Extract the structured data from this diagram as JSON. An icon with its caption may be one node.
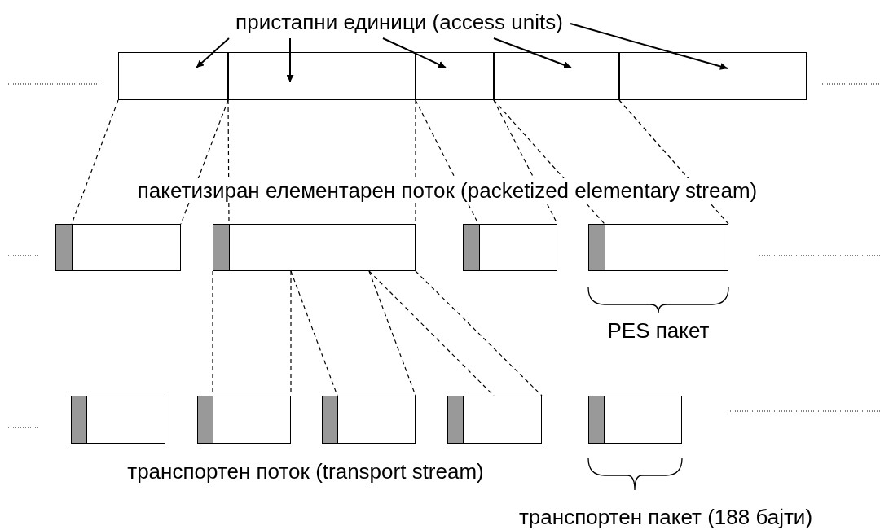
{
  "diagram": {
    "nodes": [
      {
        "text": [
          "пристапни единици (access units)"
        ]
      },
      {
        "text": [],
        "shape": "box"
      },
      {
        "text": [],
        "shape": "box"
      },
      {
        "text": [],
        "shape": "box"
      },
      {
        "text": [],
        "shape": "box"
      },
      {
        "text": [],
        "shape": "box"
      },
      {
        "text": [],
        "shape": "box"
      },
      {
        "text": [],
        "shape": "box"
      },
      {
        "text": [],
        "shape": "box"
      },
      {
        "text": [],
        "shape": "box",
        "beside": [
          "PES пакет"
        ]
      },
      {
        "text": [],
        "shape": "box"
      },
      {
        "text": [],
        "shape": "box"
      },
      {
        "text": [],
        "shape": "box"
      },
      {
        "text": [],
        "shape": "box"
      },
      {
        "text": [],
        "shape": "box"
      }
    ],
    "edges": [
      {
        "from": 0,
        "to": 1,
        "arrow": "to"
      },
      {
        "from": 0,
        "to": 2,
        "arrow": "to"
      },
      {
        "from": 0,
        "to": 3,
        "arrow": "to"
      },
      {
        "from": 0,
        "to": 4,
        "arrow": "to"
      },
      {
        "from": 0,
        "to": 5,
        "arrow": "to"
      },
      {
        "from": 1,
        "to": 6,
        "arrow": "none",
        "style": "dashed"
      },
      {
        "from": 1,
        "to": 6,
        "arrow": "none",
        "style": "dashed"
      },
      {
        "from": 2,
        "to": 7,
        "arrow": "none",
        "style": "dashed"
      },
      {
        "from": 2,
        "to": 7,
        "arrow": "none",
        "style": "dashed"
      },
      {
        "from": 3,
        "to": 8,
        "arrow": "none",
        "style": "dashed"
      },
      {
        "from": 3,
        "to": 8,
        "arrow": "none",
        "style": "dashed"
      },
      {
        "from": 4,
        "to": 9,
        "arrow": "none",
        "style": "dashed"
      },
      {
        "from": 4,
        "to": 9,
        "arrow": "none",
        "style": "dashed"
      },
      {
        "from": 7,
        "to": 11,
        "arrow": "none",
        "style": "dashed"
      },
      {
        "from": 7,
        "to": 11,
        "arrow": "none",
        "style": "dashed"
      },
      {
        "from": 7,
        "to": 12,
        "arrow": "none",
        "style": "dashed"
      },
      {
        "from": 7,
        "to": 12,
        "arrow": "none",
        "style": "dashed"
      },
      {
        "from": 7,
        "to": 13,
        "arrow": "none",
        "style": "dashed"
      },
      {
        "from": 7,
        "to": 13,
        "arrow": "none",
        "style": "dashed"
      }
    ],
    "labels": [
      "пакетизиран елементарен поток (packetized elementary stream)",
      "транспортен поток (transport stream)",
      "транспортен пакет (188 бајти)"
    ]
  }
}
